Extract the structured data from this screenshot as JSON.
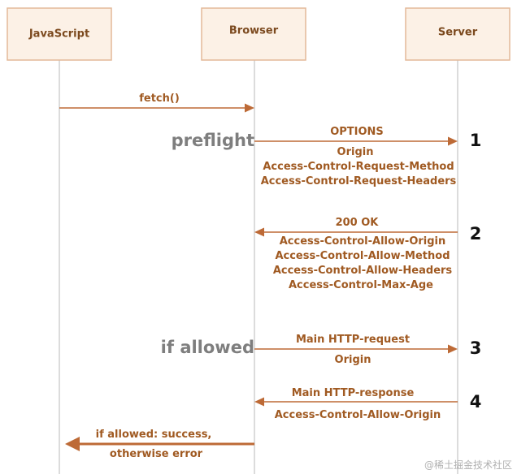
{
  "actors": {
    "javascript": "JavaScript",
    "browser": "Browser",
    "server": "Server"
  },
  "messages": {
    "fetch": "fetch()",
    "options": {
      "title": "OPTIONS",
      "headers": [
        "Origin",
        "Access-Control-Request-Method",
        "Access-Control-Request-Headers"
      ]
    },
    "ok": {
      "title": "200 OK",
      "headers": [
        "Access-Control-Allow-Origin",
        "Access-Control-Allow-Method",
        "Access-Control-Allow-Headers",
        "Access-Control-Max-Age"
      ]
    },
    "main_request": {
      "title": "Main HTTP-request",
      "headers": [
        "Origin"
      ]
    },
    "main_response": {
      "title": "Main HTTP-response",
      "headers": [
        "Access-Control-Allow-Origin"
      ]
    },
    "result": [
      "if allowed: success,",
      "otherwise error"
    ]
  },
  "side_labels": {
    "preflight": "preflight",
    "if_allowed": "if allowed"
  },
  "steps": [
    "1",
    "2",
    "3",
    "4"
  ],
  "watermark": "@稀土掘金技术社区",
  "colors": {
    "accent": "#bd6a36",
    "text_accent": "#a05a22",
    "box_fill": "#fcf1e6",
    "box_stroke": "#e3b999"
  }
}
